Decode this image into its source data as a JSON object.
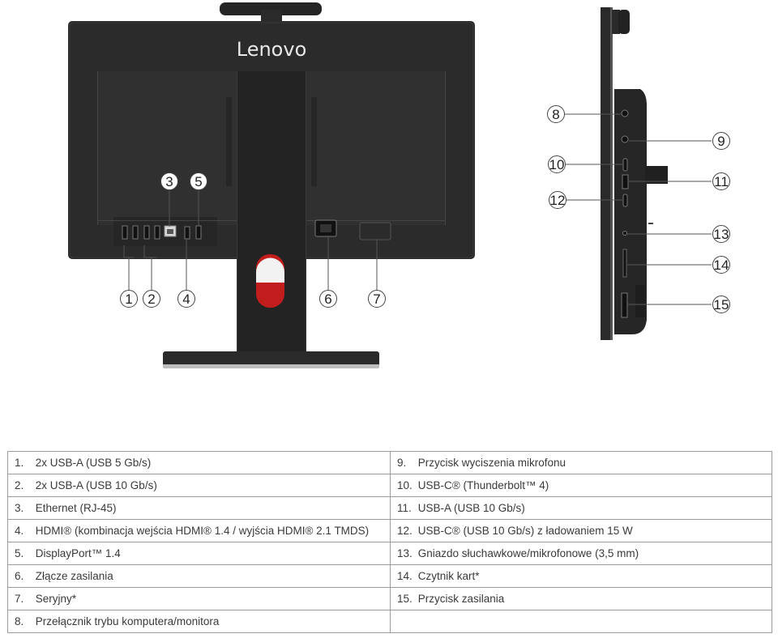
{
  "brand": {
    "logo_text": "Lenovo",
    "colors": {
      "body": "#2d2d2d",
      "accent": "#c21d1d",
      "line": "#555555"
    }
  },
  "callouts": {
    "c1": "1",
    "c2": "2",
    "c3": "3",
    "c4": "4",
    "c5": "5",
    "c6": "6",
    "c7": "7",
    "c8": "8",
    "c9": "9",
    "c10": "10",
    "c11": "11",
    "c12": "12",
    "c13": "13",
    "c14": "14",
    "c15": "15"
  },
  "legend": {
    "left": [
      {
        "num": "1.",
        "label": "2x USB-A (USB 5 Gb/s)"
      },
      {
        "num": "2.",
        "label": "2x USB-A (USB 10 Gb/s)"
      },
      {
        "num": "3.",
        "label": "Ethernet (RJ-45)"
      },
      {
        "num": "4.",
        "label": "HDMI® (kombinacja wejścia HDMI® 1.4 / wyjścia HDMI® 2.1 TMDS)"
      },
      {
        "num": "5.",
        "label": "DisplayPort™ 1.4"
      },
      {
        "num": "6.",
        "label": "Złącze zasilania"
      },
      {
        "num": "7.",
        "label": "Seryjny*"
      },
      {
        "num": "8.",
        "label": "Przełącznik trybu komputera/monitora"
      }
    ],
    "right": [
      {
        "num": "9.",
        "label": "Przycisk wyciszenia mikrofonu"
      },
      {
        "num": "10.",
        "label": "USB-C® (Thunderbolt™ 4)"
      },
      {
        "num": "11.",
        "label": "USB-A (USB 10 Gb/s)"
      },
      {
        "num": "12.",
        "label": "USB-C® (USB 10 Gb/s) z ładowaniem 15 W"
      },
      {
        "num": "13.",
        "label": "Gniazdo słuchawkowe/mikrofonowe (3,5 mm)"
      },
      {
        "num": "14.",
        "label": "Czytnik kart*"
      },
      {
        "num": "15.",
        "label": "Przycisk zasilania"
      },
      {
        "num": "",
        "label": ""
      }
    ]
  }
}
